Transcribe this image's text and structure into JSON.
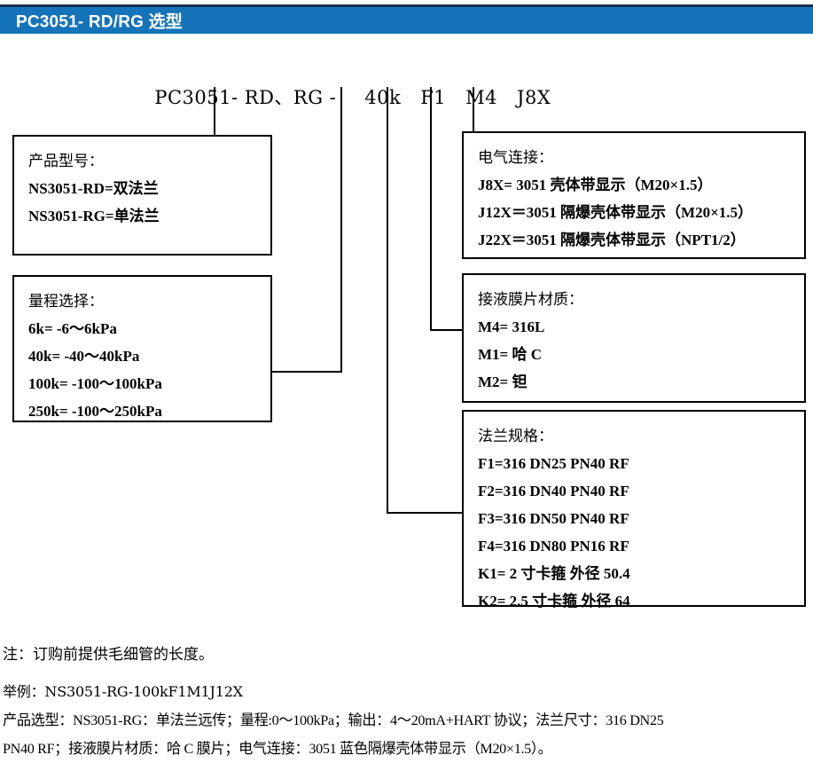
{
  "header": {
    "title": "PC3051- RD/RG 选型",
    "bar_color": "#1573b9",
    "text_color": "#ffffff"
  },
  "model_code": {
    "full": "PC3051- RD、RG -   40k  F1  M4  J8X",
    "segments": [
      {
        "key": "prefix",
        "text": "PC3051- RD、RG -"
      },
      {
        "key": "range",
        "text": "40k"
      },
      {
        "key": "flange",
        "text": "F1"
      },
      {
        "key": "diaphragm",
        "text": "M4"
      },
      {
        "key": "electric",
        "text": "J8X"
      }
    ]
  },
  "boxes": {
    "product": {
      "title": "产品型号：",
      "lines": [
        "NS3051-RD=双法兰",
        "NS3051-RG=单法兰"
      ]
    },
    "range": {
      "title": "量程选择：",
      "lines": [
        "6k= -6～6kPa",
        "40k= -40～40kPa",
        "100k= -100～100kPa",
        "250k= -100～250kPa"
      ]
    },
    "electric": {
      "title": "电气连接：",
      "lines": [
        "J8X= 3051 壳体带显示（M20×1.5）",
        "J12X＝3051 隔爆壳体带显示（M20×1.5）",
        "J22X＝3051 隔爆壳体带显示（NPT1/2）"
      ]
    },
    "diaphragm": {
      "title": "接液膜片材质：",
      "lines": [
        "M4= 316L",
        "M1= 哈 C",
        "M2= 钽"
      ]
    },
    "flange": {
      "title": "法兰规格：",
      "lines": [
        "F1=316 DN25 PN40 RF",
        "F2=316 DN40 PN40 RF",
        "F3=316 DN50 PN40 RF",
        "F4=316 DN80 PN16 RF",
        "K1= 2 寸卡箍 外径 50.4",
        "K2= 2.5 寸卡箍 外径 64"
      ]
    }
  },
  "notes": {
    "note": "注：订购前提供毛细管的长度。",
    "example_label": "举例：NS3051-RG-100kF1M1J12X",
    "selection_line1": "产品选型：NS3051-RG：单法兰远传；量程:0～100kPa；输出：4～20mA+HART 协议；法兰尺寸：316 DN25",
    "selection_line2": "PN40 RF；接液膜片材质：哈 C 膜片；电气连接：3051 蓝色隔爆壳体带显示（M20×1.5）。"
  }
}
